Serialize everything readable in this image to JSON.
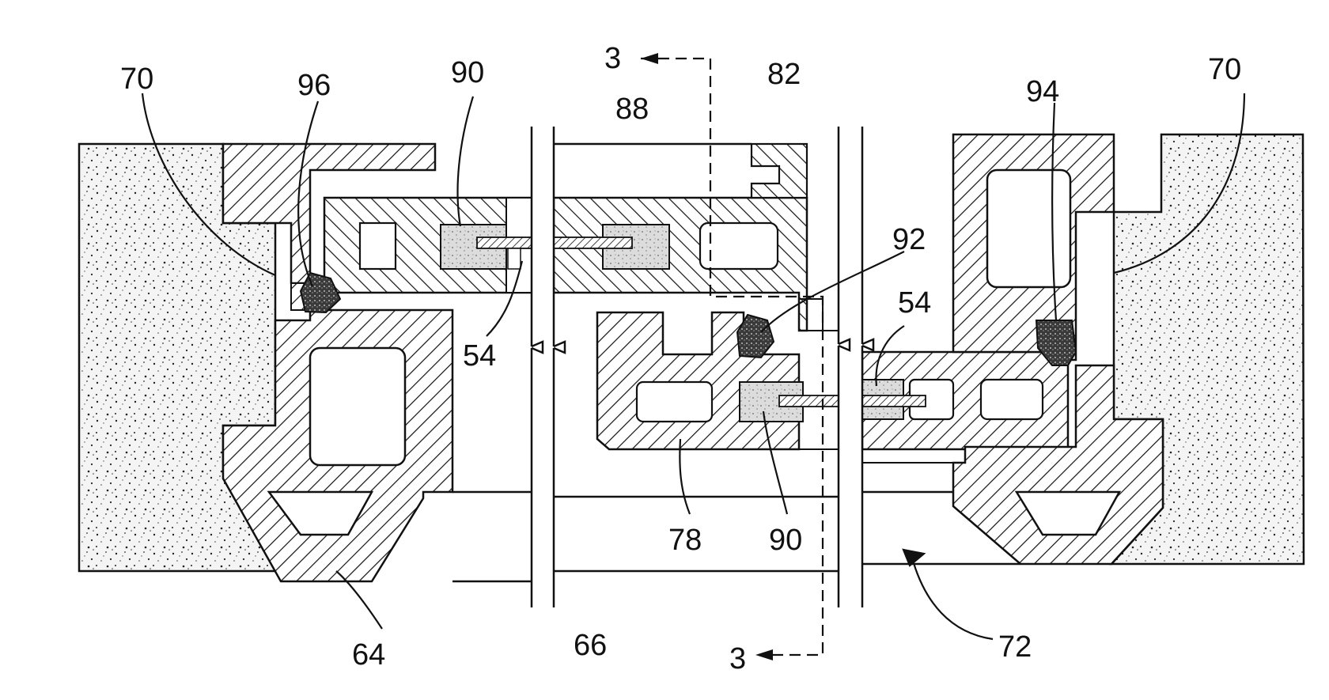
{
  "labels": {
    "l70_left": "70",
    "l96": "96",
    "l90_top": "90",
    "l3_top": "3",
    "l88": "88",
    "l82": "82",
    "l94": "94",
    "l70_right": "70",
    "l92": "92",
    "l54_right": "54",
    "l54_left": "54",
    "l78": "78",
    "l90_bottom": "90",
    "l64": "64",
    "l66": "66",
    "l3_bottom": "3",
    "l72": "72"
  },
  "colors": {
    "ink": "#111111",
    "background": "#ffffff",
    "stipple": "#ececec",
    "seal": "#3a3a3a",
    "insert": "#d7d7d7"
  }
}
